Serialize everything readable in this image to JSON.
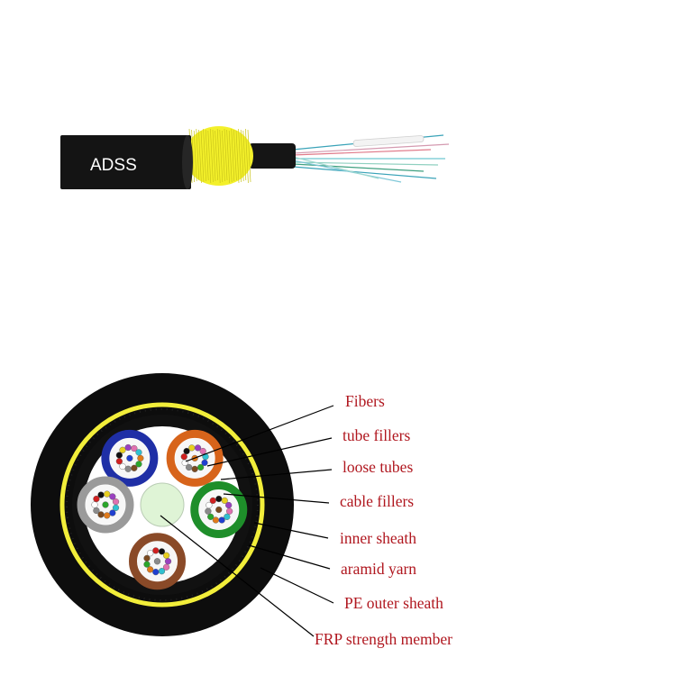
{
  "cable_photo": {
    "label": "ADSS"
  },
  "cross_section": {
    "label_color": "#b0171f",
    "labels": [
      "Fibers",
      "tube fillers",
      "loose tubes",
      "cable fillers",
      "inner sheath",
      "aramid yarn",
      "PE outer sheath",
      "FRP strength member"
    ],
    "loose_tubes": [
      {
        "color": "#1f2fa6"
      },
      {
        "color": "#d7641b"
      },
      {
        "color": "#9a9a9a"
      },
      {
        "color": "#1e8e2a"
      },
      {
        "color": "#8a4a28"
      }
    ],
    "fiber_colors": [
      "#1f3fd0",
      "#e07a1a",
      "#2aa52a",
      "#7a4a20",
      "#8a8a8a",
      "#ffffff",
      "#d02020",
      "#111111",
      "#e8d020",
      "#9a40c0",
      "#e070b0",
      "#30c0d0"
    ],
    "colors": {
      "outer_sheath": "#0d0d0d",
      "aramid_yarn": "#f2ee3a",
      "inner_sheath": "#111111",
      "cable_core": "#ffffff",
      "strength_member": "#dff4d6",
      "photo_yarn": "#f3f02a"
    }
  }
}
